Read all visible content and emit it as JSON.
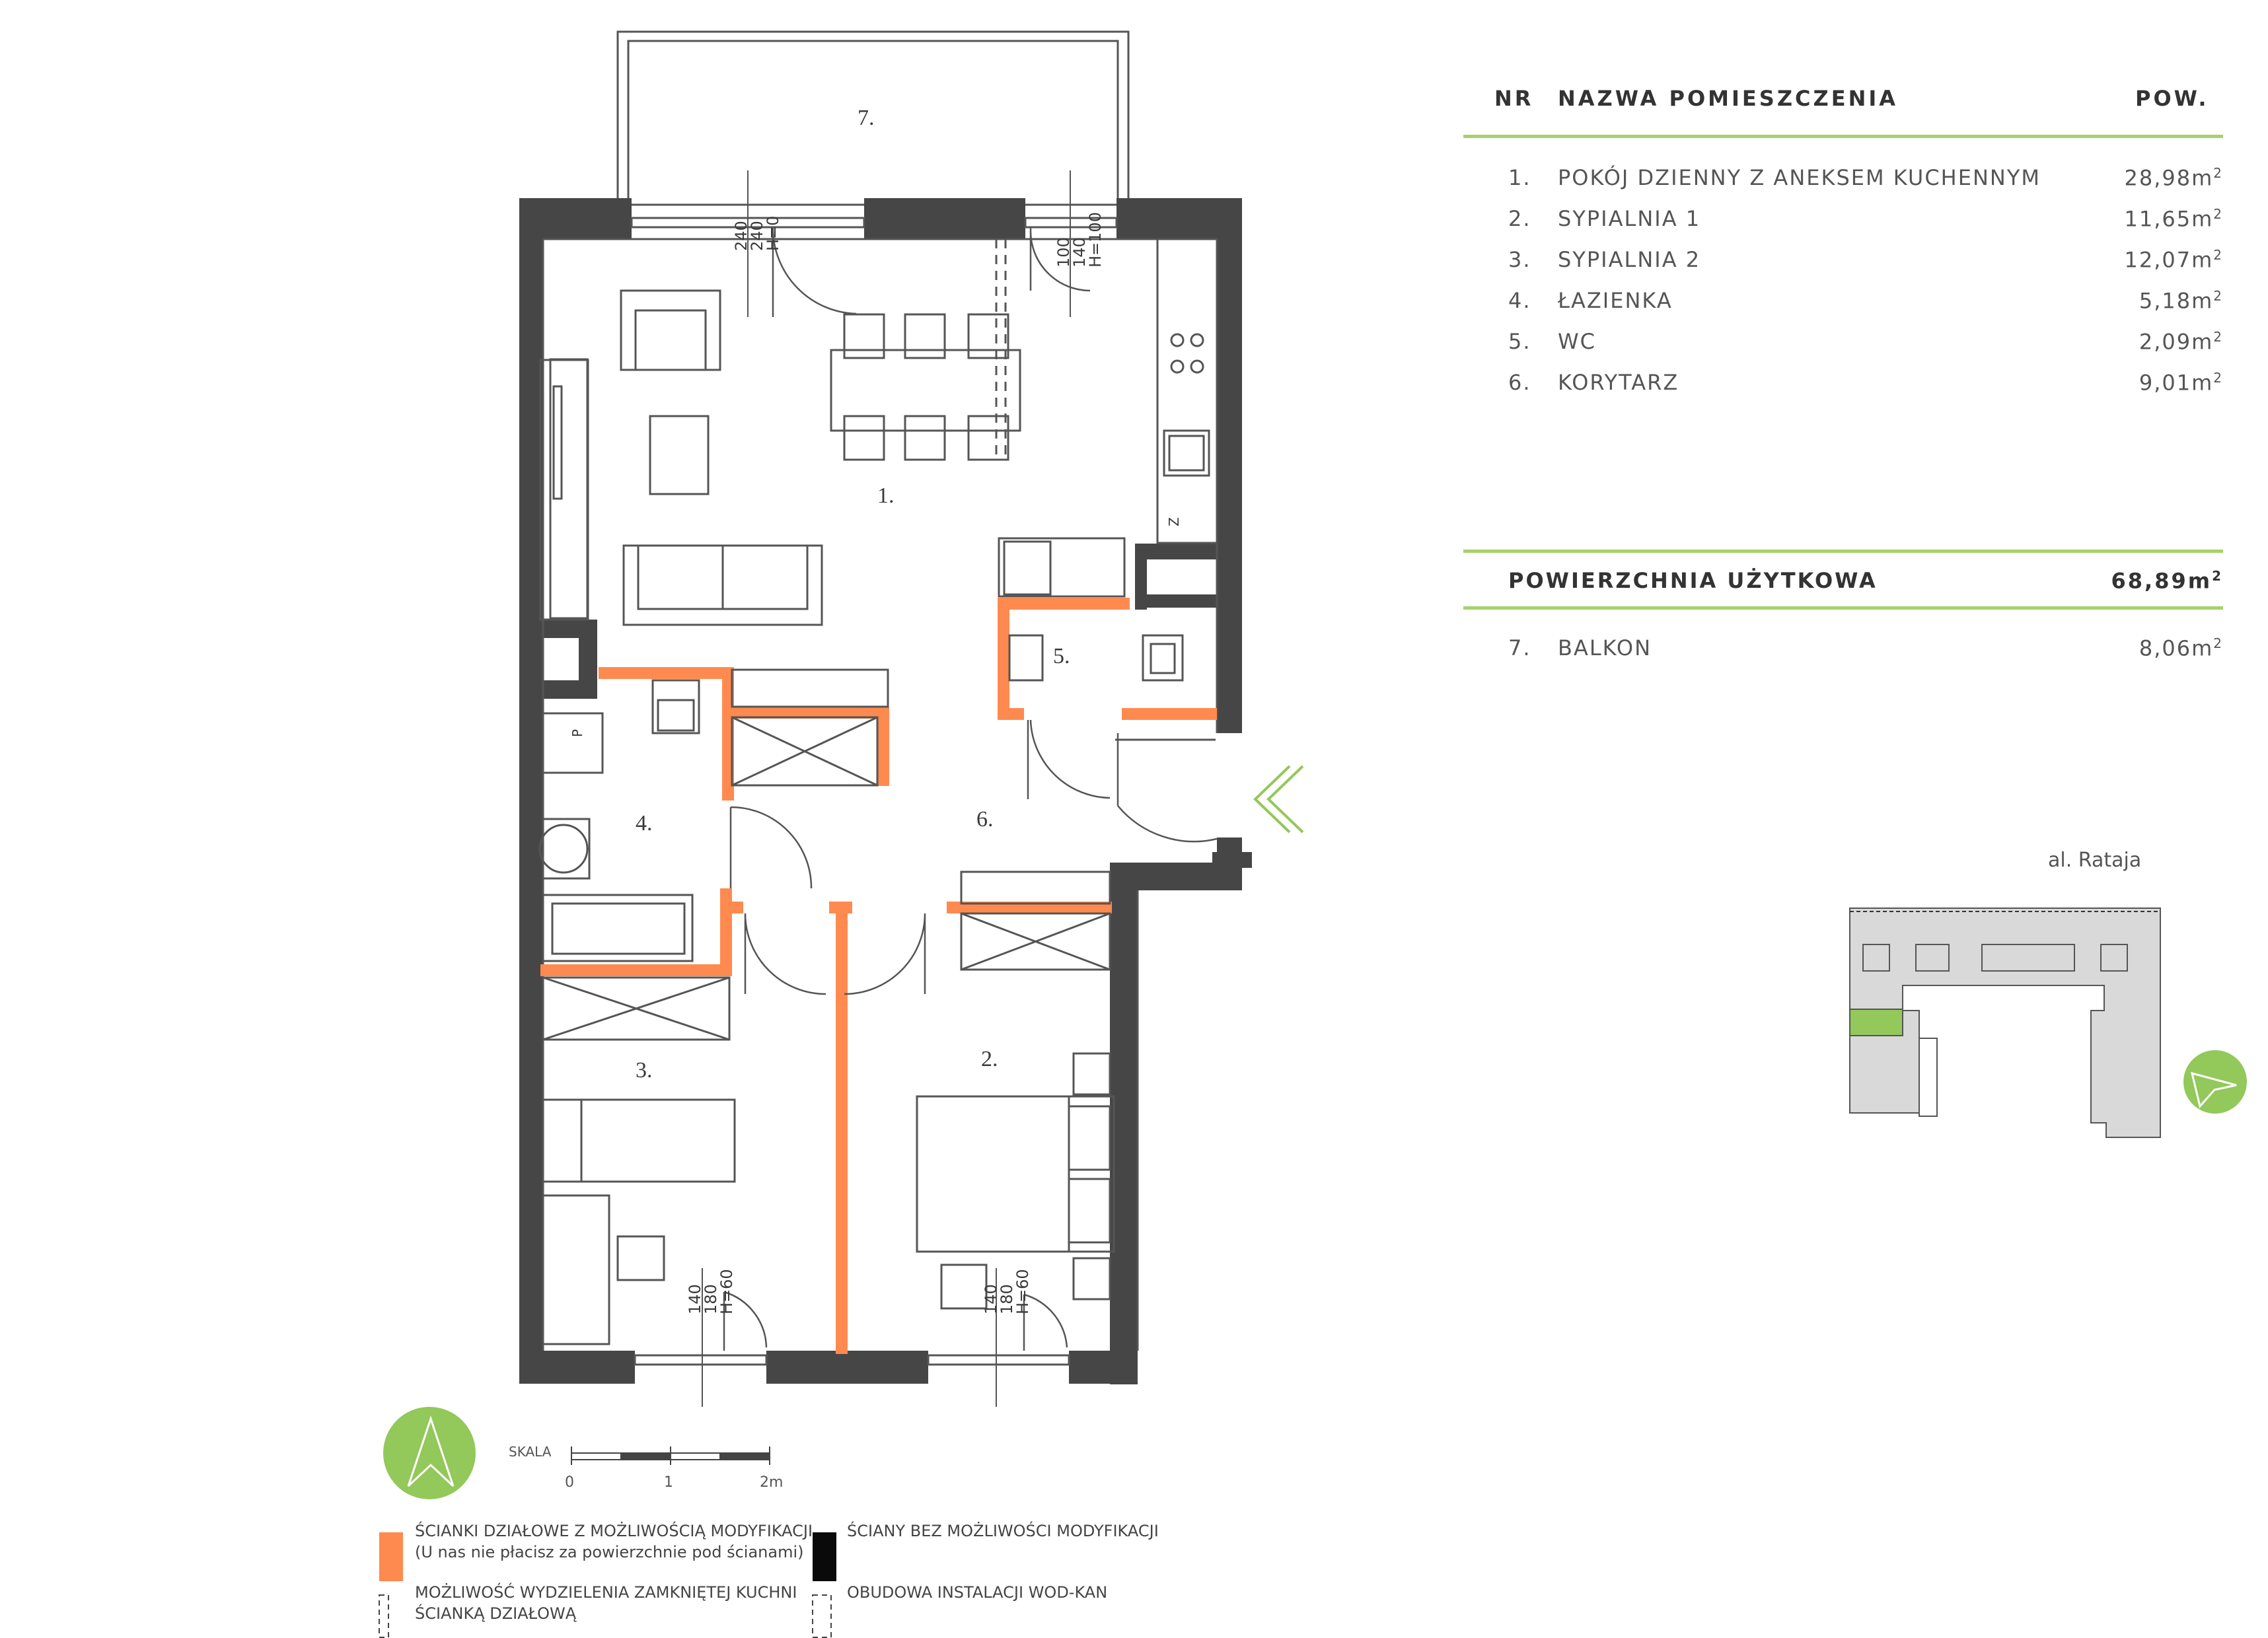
{
  "table": {
    "col_nr": "NR",
    "col_name": "NAZWA POMIESZCZENIA",
    "col_area": "POW.",
    "rooms": [
      {
        "nr": "1.",
        "name": "POKÓJ DZIENNY Z ANEKSEM KUCHENNYM",
        "area": "28,98m",
        "unit_exp": "2"
      },
      {
        "nr": "2.",
        "name": "SYPIALNIA 1",
        "area": "11,65m",
        "unit_exp": "2"
      },
      {
        "nr": "3.",
        "name": "SYPIALNIA 2",
        "area": "12,07m",
        "unit_exp": "2"
      },
      {
        "nr": "4.",
        "name": "ŁAZIENKA",
        "area": "5,18m",
        "unit_exp": "2"
      },
      {
        "nr": "5.",
        "name": "WC",
        "area": "2,09m",
        "unit_exp": "2"
      },
      {
        "nr": "6.",
        "name": "KORYTARZ",
        "area": "9,01m",
        "unit_exp": "2"
      }
    ],
    "usable_label": "POWIERZCHNIA UŻYTKOWA",
    "usable_area": "68,89m",
    "usable_exp": "2",
    "balcony": {
      "nr": "7.",
      "name": "BALKON",
      "area": "8,06m",
      "unit_exp": "2"
    }
  },
  "plan_labels": {
    "room1": "1.",
    "room2": "2.",
    "room3": "3.",
    "room4": "4.",
    "room5": "5.",
    "room6": "6.",
    "room7": "7."
  },
  "window_dims": {
    "w1": [
      "240",
      "240",
      "H=0"
    ],
    "w2": [
      "100",
      "140",
      "H=100"
    ],
    "w3": [
      "140",
      "180",
      "H=60"
    ],
    "w4": [
      "140",
      "180",
      "H=60"
    ]
  },
  "appliance_letters": {
    "fridge": "Z",
    "washer": "P"
  },
  "site_plan": {
    "street": "al. Rataja"
  },
  "scale": {
    "label": "SKALA",
    "ticks": [
      "0",
      "1",
      "2m"
    ]
  },
  "legend": {
    "orange": [
      "ŚCIANKI DZIAŁOWE Z MOŻLIWOŚCIĄ MODYFIKACJI",
      "(U nas nie płacisz za powierzchnie pod ścianami)"
    ],
    "black": "ŚCIANY BEZ MOŻLIWOŚCI MODYFIKACJI",
    "kitchen": [
      "MOŻLIWOŚĆ WYDZIELENIA ZAMKNIĘTEJ KUCHNI",
      "ŚCIANKĄ DZIAŁOWĄ"
    ],
    "install": "OBUDOWA INSTALACJI WOD-KAN"
  },
  "colors": {
    "wall": "#464646",
    "partition": "#ff8a50",
    "accent_green": "#93c85a",
    "table_line": "#a6d26a"
  }
}
